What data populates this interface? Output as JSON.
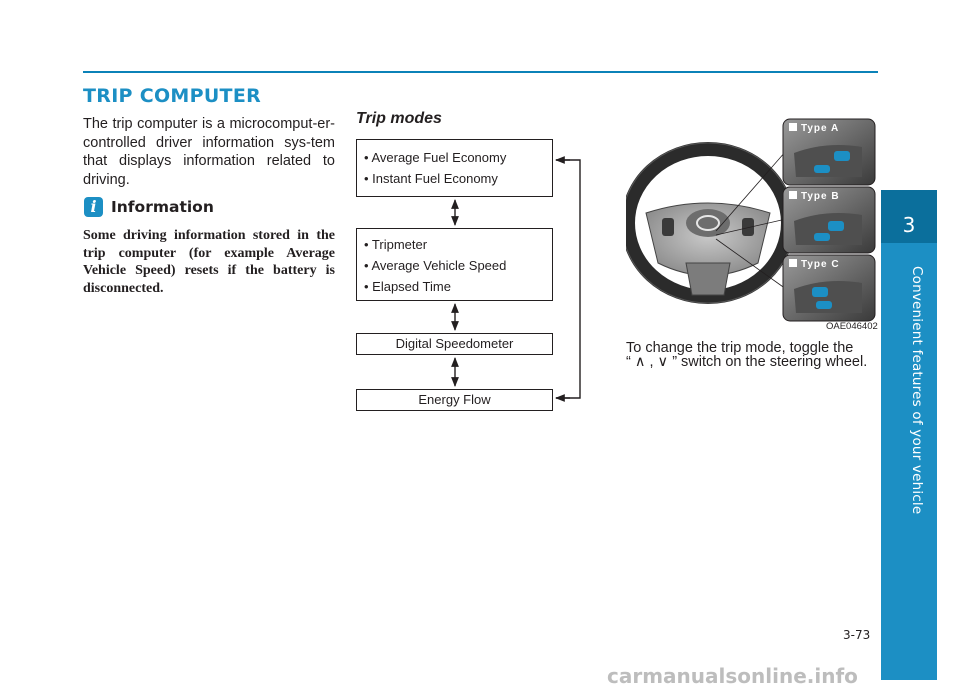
{
  "section": {
    "title": "TRIP COMPUTER"
  },
  "intro": {
    "text": "The trip computer is a microcomput-er-controlled driver information sys-tem that displays information related to driving."
  },
  "info": {
    "icon": "i",
    "heading": "Information",
    "text": "Some driving information stored in the trip computer (for example Average Vehicle Speed) resets if the battery is disconnected."
  },
  "trip_modes": {
    "heading": "Trip modes",
    "box1": [
      "• Average Fuel Economy",
      "• Instant Fuel Economy"
    ],
    "box2": [
      "• Tripmeter",
      "• Average Vehicle Speed",
      "• Elapsed Time"
    ],
    "box3": "Digital Speedometer",
    "box4": "Energy Flow"
  },
  "figure": {
    "labels": [
      "Type A",
      "Type B",
      "Type C"
    ],
    "caption": "OAE046402"
  },
  "toggle_instruction": {
    "line1": "To change the trip mode, toggle the",
    "line2": "“ ∧ , ∨ ” switch on the steering wheel."
  },
  "side_tab": {
    "number": "3",
    "label": "Convenient features of your vehicle"
  },
  "page_number": "3-73",
  "watermark": "carmanualsonline.info",
  "colors": {
    "accent": "#1c8fc4",
    "tab_dark": "#0b6f9c"
  }
}
